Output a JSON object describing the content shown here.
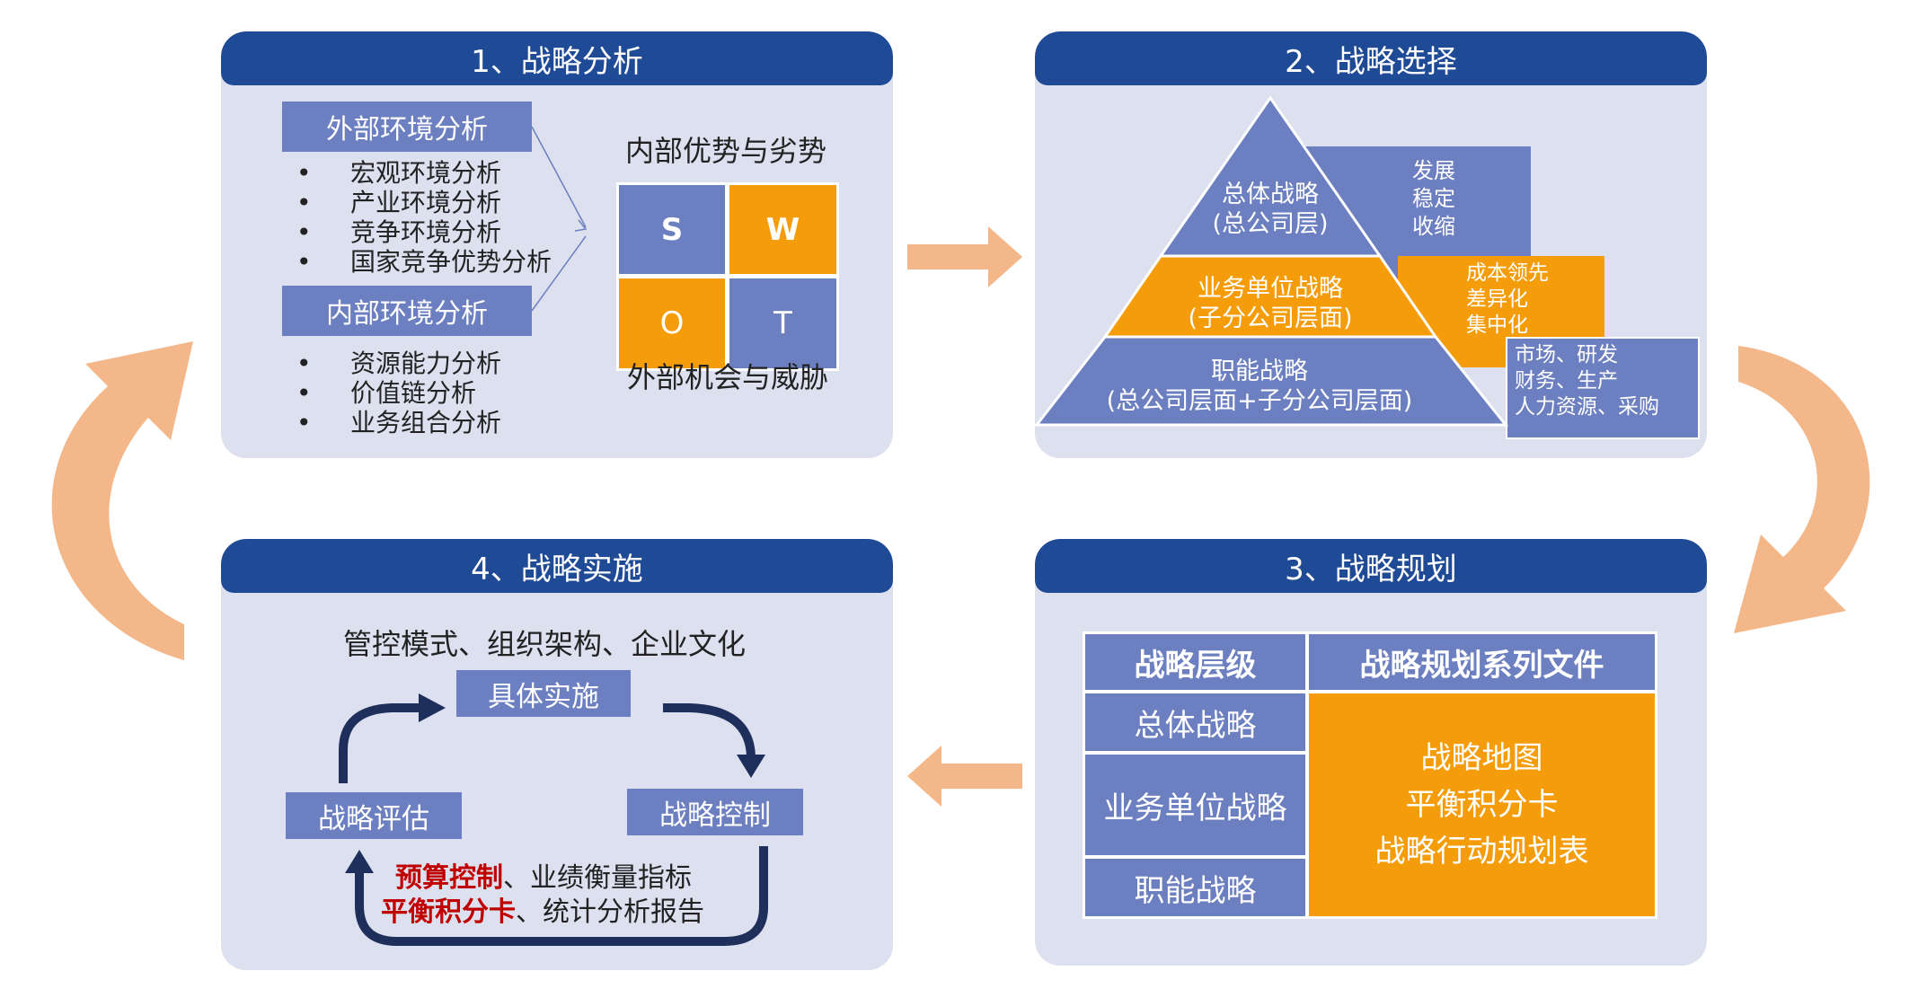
{
  "panel1": {
    "title": "1、战略分析",
    "external_label": "外部环境分析",
    "external_items": [
      "宏观环境分析",
      "产业环境分析",
      "竞争环境分析",
      "国家竞争优势分析"
    ],
    "internal_label": "内部环境分析",
    "internal_items": [
      "资源能力分析",
      "价值链分析",
      "业务组合分析"
    ],
    "top_caption": "内部优势与劣势",
    "bottom_caption": "外部机会与威胁",
    "swot": [
      "S",
      "W",
      "O",
      "T"
    ]
  },
  "panel2": {
    "title": "2、战略选择",
    "level1_name": "总体战略",
    "level1_sub": "(总公司层)",
    "level1_options": [
      "发展",
      "稳定",
      "收缩"
    ],
    "level2_name": "业务单位战略",
    "level2_sub": "(子分公司层面)",
    "level2_options": [
      "成本领先",
      "差异化",
      "集中化"
    ],
    "level3_name": "职能战略",
    "level3_sub": "(总公司层面+子分公司层面)",
    "level3_options": [
      "市场、研发",
      "财务、生产",
      "人力资源、采购"
    ]
  },
  "panel3": {
    "title": "3、战略规划",
    "header_left": "战略层级",
    "header_right": "战略规划系列文件",
    "levels": [
      "总体战略",
      "业务单位战略",
      "职能战略"
    ],
    "documents": [
      "战略地图",
      "平衡积分卡",
      "战略行动规划表"
    ]
  },
  "panel4": {
    "title": "4、战略实施",
    "top_text": "管控模式、组织架构、企业文化",
    "step_implement": "具体实施",
    "step_evaluate": "战略评估",
    "step_control": "战略控制",
    "tools_line1_highlight": "预算控制",
    "tools_line1_rest": "、业绩衡量指标",
    "tools_line2_highlight": "平衡积分卡",
    "tools_line2_rest": "、统计分析报告"
  },
  "colors": {
    "header": "#1f4a96",
    "panel_bg": "#dde0ef",
    "blue_box": "#6c7fc0",
    "orange": "#f59c0a",
    "flow_arrow": "#f3b78a",
    "cycle_arrow": "#1f2f5c",
    "highlight_red": "#c00000"
  }
}
